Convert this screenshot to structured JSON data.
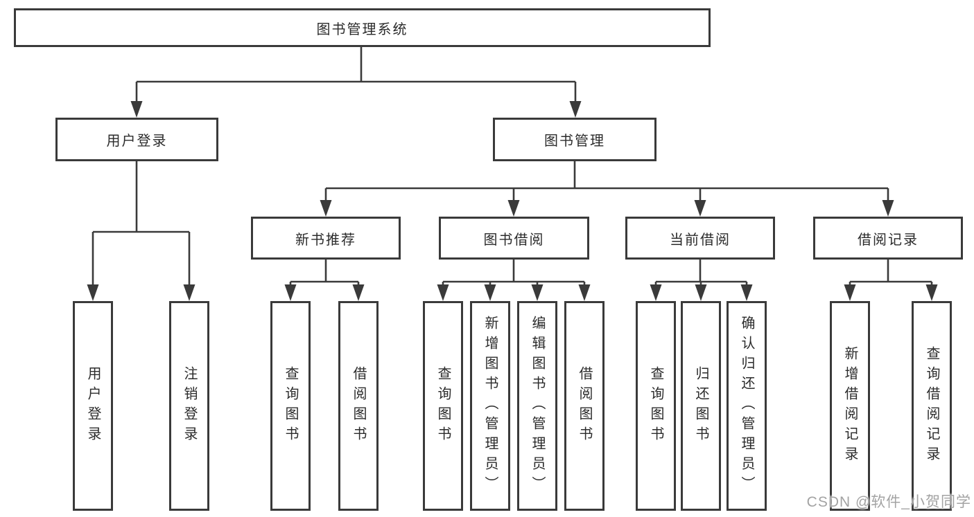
{
  "diagram": {
    "root": {
      "label": "图书管理系统"
    },
    "branches": [
      {
        "label": "用户登录",
        "children": [
          {
            "label": "用户登录"
          },
          {
            "label": "注销登录"
          }
        ]
      },
      {
        "label": "图书管理",
        "children": [
          {
            "label": "新书推荐",
            "children": [
              {
                "label": "查询图书"
              },
              {
                "label": "借阅图书"
              }
            ]
          },
          {
            "label": "图书借阅",
            "children": [
              {
                "label": "查询图书"
              },
              {
                "label": "新增图书（管理员）"
              },
              {
                "label": "编辑图书（管理员）"
              },
              {
                "label": "借阅图书"
              }
            ]
          },
          {
            "label": "当前借阅",
            "children": [
              {
                "label": "查询图书"
              },
              {
                "label": "归还图书"
              },
              {
                "label": "确认归还（管理员）"
              }
            ]
          },
          {
            "label": "借阅记录",
            "children": [
              {
                "label": "新增借阅记录"
              },
              {
                "label": "查询借阅记录"
              }
            ]
          }
        ]
      }
    ],
    "watermark": {
      "text": "CSDN @软件_小贺同学"
    },
    "colors": {
      "line": "#3a3a3a",
      "border": "#3a3a3a",
      "text": "#2b2b2b",
      "watermark": "#a3a3a3",
      "background": "#ffffff"
    }
  }
}
